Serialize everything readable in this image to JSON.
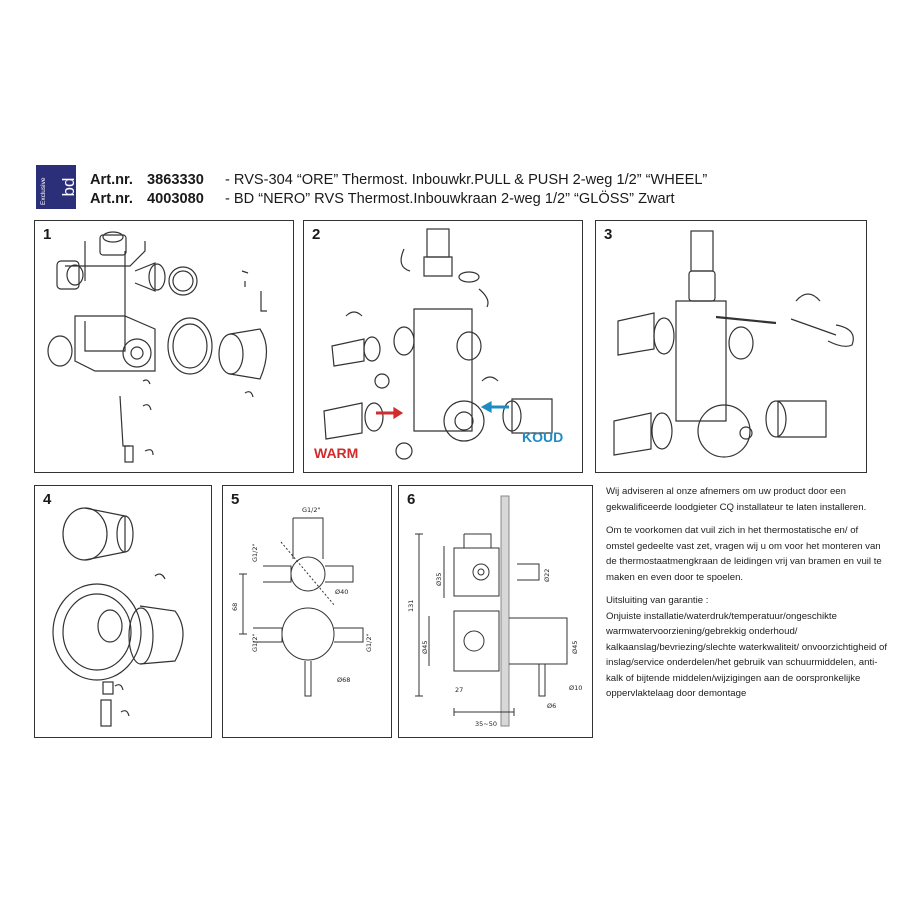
{
  "logo": {
    "text": "Exclusive",
    "mark": "bd"
  },
  "header": {
    "lines": [
      {
        "art": "Art.nr.",
        "num": "3863330",
        "desc": "- RVS-304 “ORE” Thermost. Inbouwkr.PULL & PUSH 2-weg 1/2” “WHEEL”"
      },
      {
        "art": "Art.nr.",
        "num": "4003080",
        "desc": "- BD “NERO” RVS Thermost.Inbouwkraan 2-weg 1/2” “GLÖSS” Zwart"
      }
    ]
  },
  "panels": {
    "p1": {
      "number": "1"
    },
    "p2": {
      "number": "2",
      "warm": "WARM",
      "koud": "KOUD"
    },
    "p3": {
      "number": "3"
    },
    "p4": {
      "number": "4"
    },
    "p5": {
      "number": "5",
      "dims": {
        "g_top": "G1/2\"",
        "g_left_top": "G1/2\"",
        "g_left_bottom": "G1/2\"",
        "g_right_bottom": "G1/2\"",
        "d40": "Ø40",
        "d68": "Ø68",
        "h68": "68"
      }
    },
    "p6": {
      "number": "6",
      "dims": {
        "d35": "Ø35",
        "d22": "Ø22",
        "d45a": "Ø45",
        "d45b": "Ø45",
        "h131": "131",
        "w27": "27",
        "d10": "Ø10",
        "d6": "Ø6",
        "w3550": "35~50"
      }
    }
  },
  "notes": {
    "p1": "Wij adviseren al onze afnemers om uw product door een gekwalificeerde loodgieter CQ installateur te laten installeren.",
    "p2": "Om te voorkomen dat vuil zich in het thermostatische en/ of omstel gedeelte vast zet, vragen wij u om voor het monteren van  de thermostaatmengkraan de leidingen vrij van bramen en vuil te maken en even door te spoelen.",
    "g_title": "Uitsluiting van garantie :",
    "g_body": "Onjuiste installatie/waterdruk/temperatuur/ongeschikte warmwatervoorziening/gebrekkig onderhoud/ kalkaanslag/bevriezing/slechte waterkwaliteit/ onvoorzichtigheid of inslag/service onderdelen/het gebruik van schuurmiddelen, anti-kalk of bijtende middelen/wijzigingen aan de oorspronkelijke oppervlaktelaag  door demontage"
  },
  "colors": {
    "logo": "#2b2f7a",
    "warm": "#d12b2b",
    "koud": "#1e8bc3"
  }
}
